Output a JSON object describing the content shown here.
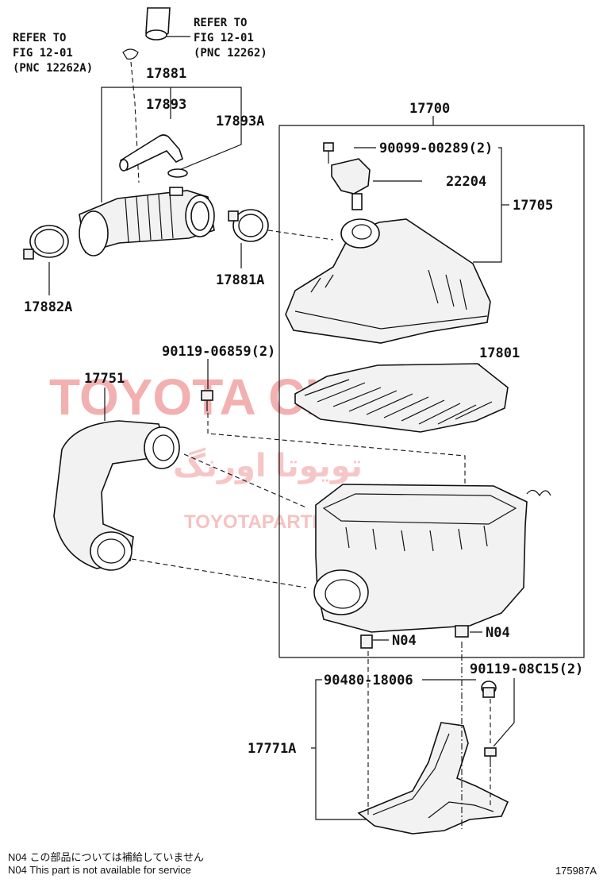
{
  "labels": {
    "refer_left_1": "REFER TO",
    "refer_left_2": "FIG 12-01",
    "refer_left_3": "(PNC 12262A)",
    "refer_right_1": "REFER TO",
    "refer_right_2": "FIG 12-01",
    "refer_right_3": "(PNC 12262)",
    "p17881": "17881",
    "p17893": "17893",
    "p17893A": "17893A",
    "p17700": "17700",
    "p90099": "90099-00289(2)",
    "p22204": "22204",
    "p17705": "17705",
    "p17881A": "17881A",
    "p17882A": "17882A",
    "p90119a": "90119-06859(2)",
    "p17801": "17801",
    "p17751": "17751",
    "pN04a": "N04",
    "pN04b": "N04",
    "p90119b": "90119-08C15(2)",
    "p90480": "90480-18006",
    "p17771A": "17771A"
  },
  "watermarks": {
    "main": "TOYOTA CHANG",
    "arabic": "تویوتا اورنگ",
    "site": "TOYOTAPARTIR"
  },
  "notes": {
    "jp": "N04 この部品については補給していません",
    "en": "N04 This part is not available for service"
  },
  "figure_number": "175987A",
  "colors": {
    "watermark": "#f2a3a3",
    "ink": "#111111"
  }
}
